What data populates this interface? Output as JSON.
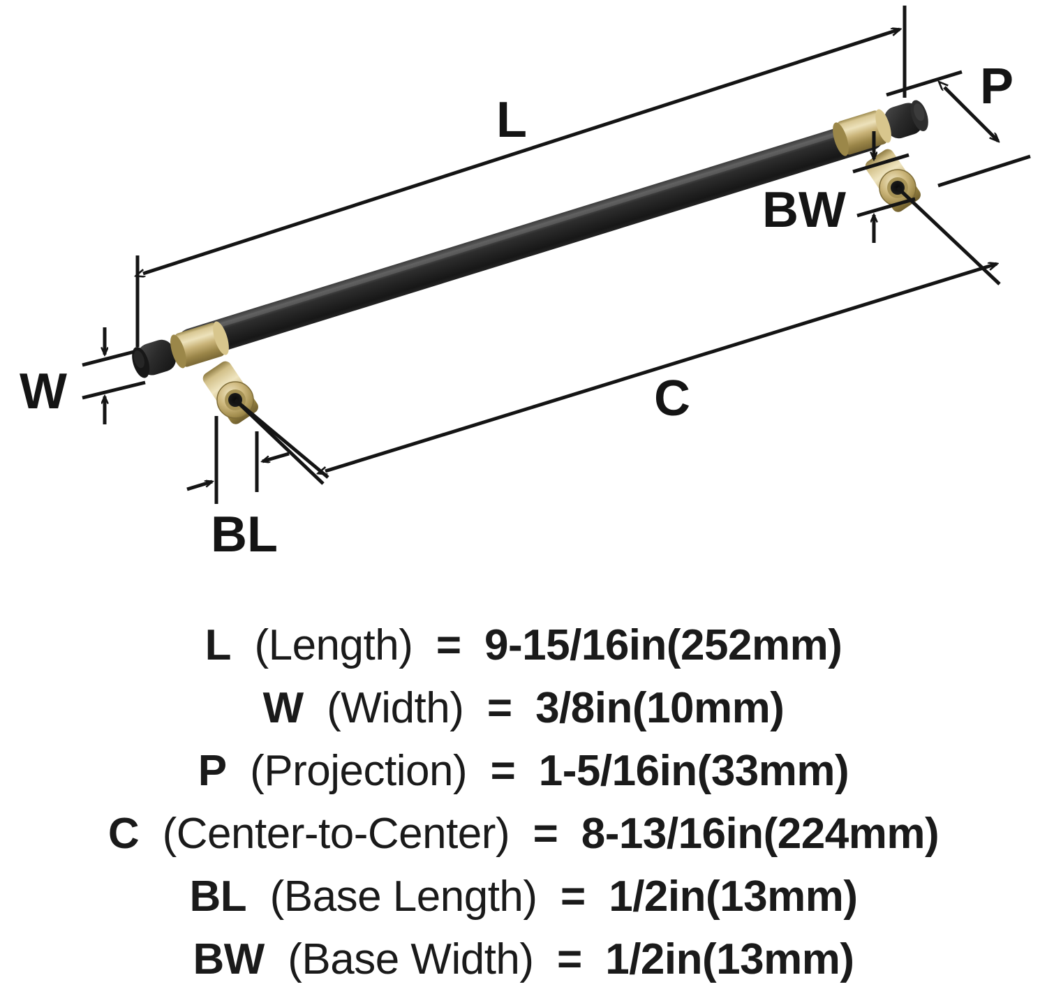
{
  "diagram": {
    "title_absent": true,
    "product": "cabinet-bar-pull",
    "colors": {
      "bar_black_light": "#545454",
      "bar_black": "#262626",
      "bar_black_dark": "#141414",
      "brass_light": "#E8DCAE",
      "brass": "#C8B277",
      "brass_mid": "#B09C5F",
      "brass_dark": "#7E6C38",
      "line": "#141414",
      "background": "#FFFFFF"
    },
    "dimension_labels": [
      {
        "key": "L",
        "text": "L"
      },
      {
        "key": "W",
        "text": "W"
      },
      {
        "key": "P",
        "text": "P"
      },
      {
        "key": "C",
        "text": "C"
      },
      {
        "key": "BL",
        "text": "BL"
      },
      {
        "key": "BW",
        "text": "BW"
      }
    ]
  },
  "specs": [
    {
      "symbol": "L",
      "name": "(Length)",
      "equals": "=",
      "value": "9-15/16in(252mm)",
      "inches": "9-15/16in",
      "millimeters": "252mm"
    },
    {
      "symbol": "W",
      "name": "(Width)",
      "equals": "=",
      "value": "3/8in(10mm)",
      "inches": "3/8in",
      "millimeters": "10mm"
    },
    {
      "symbol": "P",
      "name": "(Projection)",
      "equals": "=",
      "value": "1-5/16in(33mm)",
      "inches": "1-5/16in",
      "millimeters": "33mm"
    },
    {
      "symbol": "C",
      "name": "(Center-to-Center)",
      "equals": "=",
      "value": "8-13/16in(224mm)",
      "inches": "8-13/16in",
      "millimeters": "224mm"
    },
    {
      "symbol": "BL",
      "name": "(Base Length)",
      "equals": "=",
      "value": "1/2in(13mm)",
      "inches": "1/2in",
      "millimeters": "13mm"
    },
    {
      "symbol": "BW",
      "name": "(Base Width)",
      "equals": "=",
      "value": "1/2in(13mm)",
      "inches": "1/2in",
      "millimeters": "13mm"
    }
  ]
}
